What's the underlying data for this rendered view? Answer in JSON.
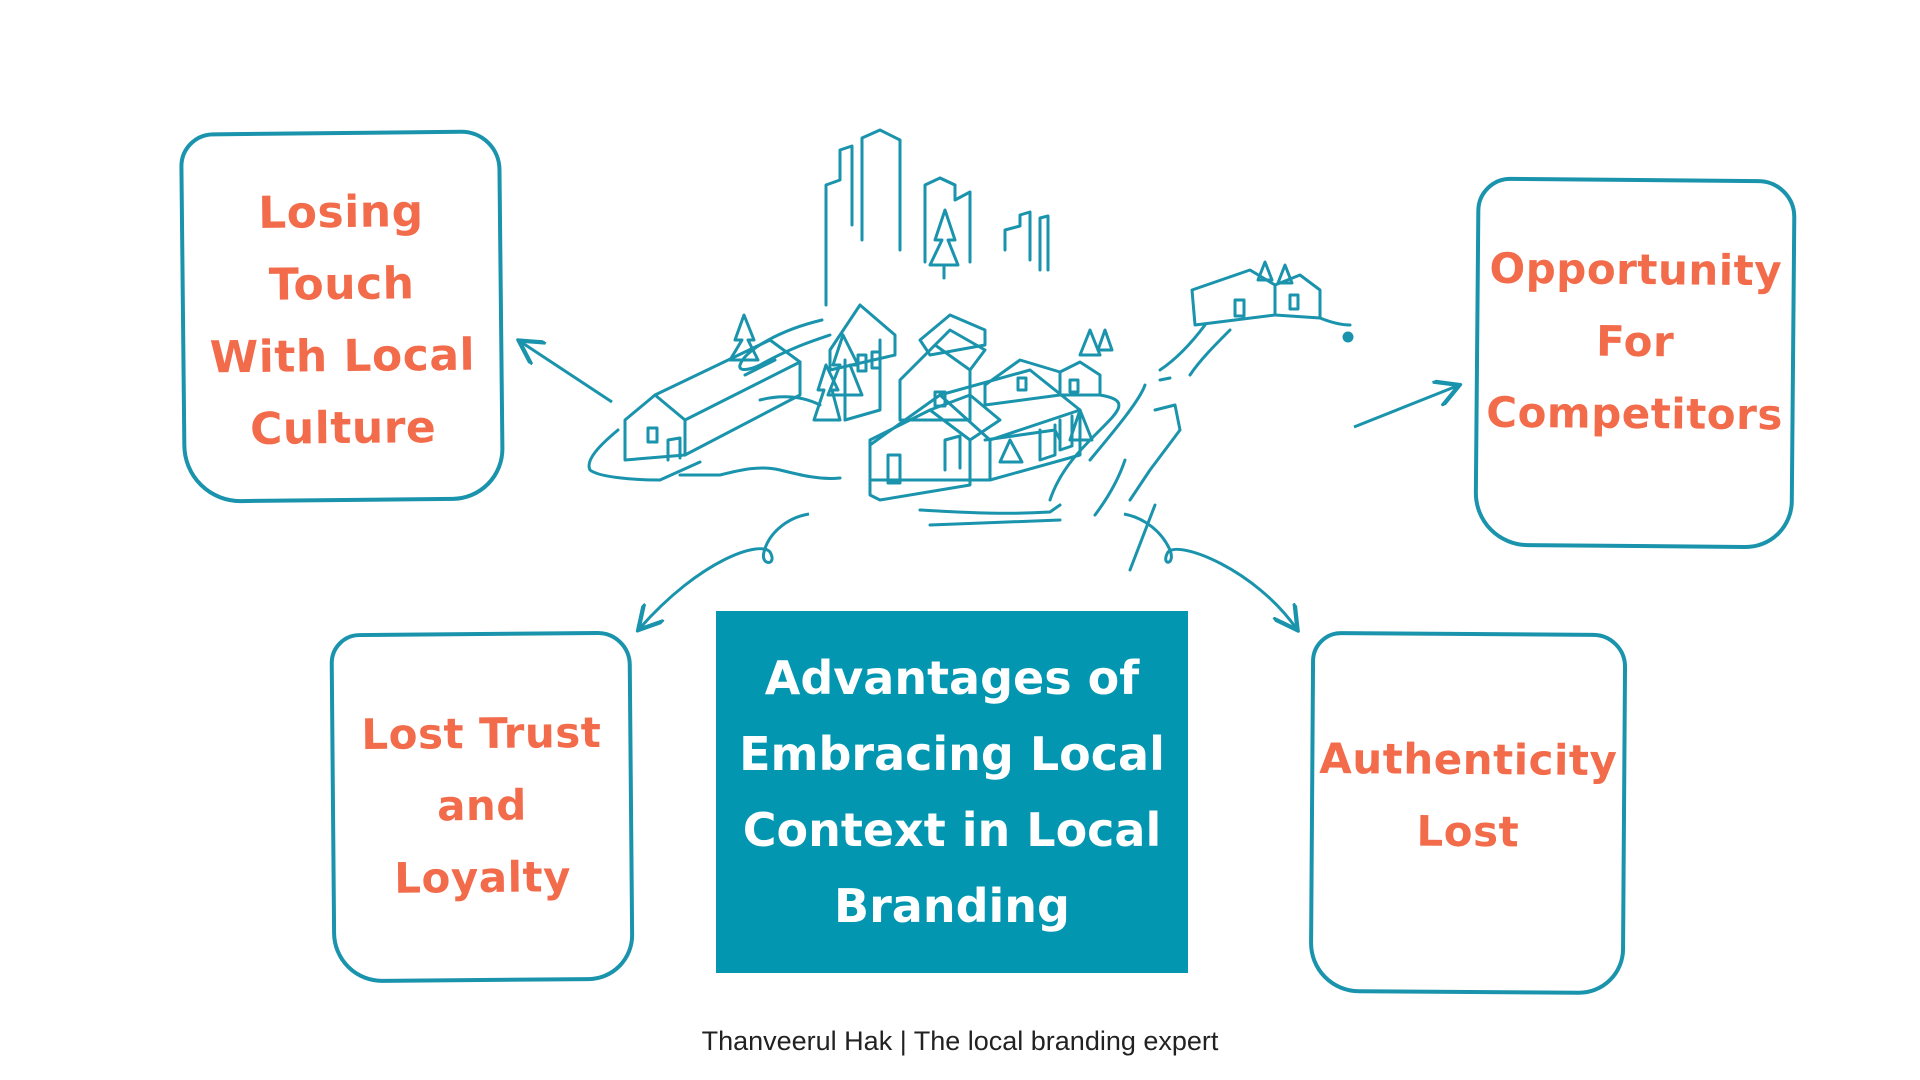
{
  "colors": {
    "accent_teal": "#0396b1",
    "outline_teal": "#1a93ac",
    "card_text_orange": "#f26b4a",
    "center_text": "#ffffff",
    "footer_text": "#222222",
    "background": "#ffffff"
  },
  "center": {
    "title_lines": [
      "Advantages of",
      "Embracing Local",
      "Context in Local",
      "Branding"
    ]
  },
  "cards": {
    "top_left": {
      "lines": [
        "Losing",
        "Touch",
        "With Local",
        "Culture"
      ]
    },
    "top_right": {
      "lines": [
        "Opportunity",
        "For",
        "Competitors"
      ]
    },
    "bottom_left": {
      "lines": [
        "Lost Trust",
        "and",
        "Loyalty"
      ]
    },
    "bottom_right": {
      "lines": [
        "Authenticity",
        "Lost"
      ]
    }
  },
  "illustration": {
    "icon": "village-town-illustration"
  },
  "footer": {
    "credit": "Thanveerul Hak | The local branding expert"
  }
}
